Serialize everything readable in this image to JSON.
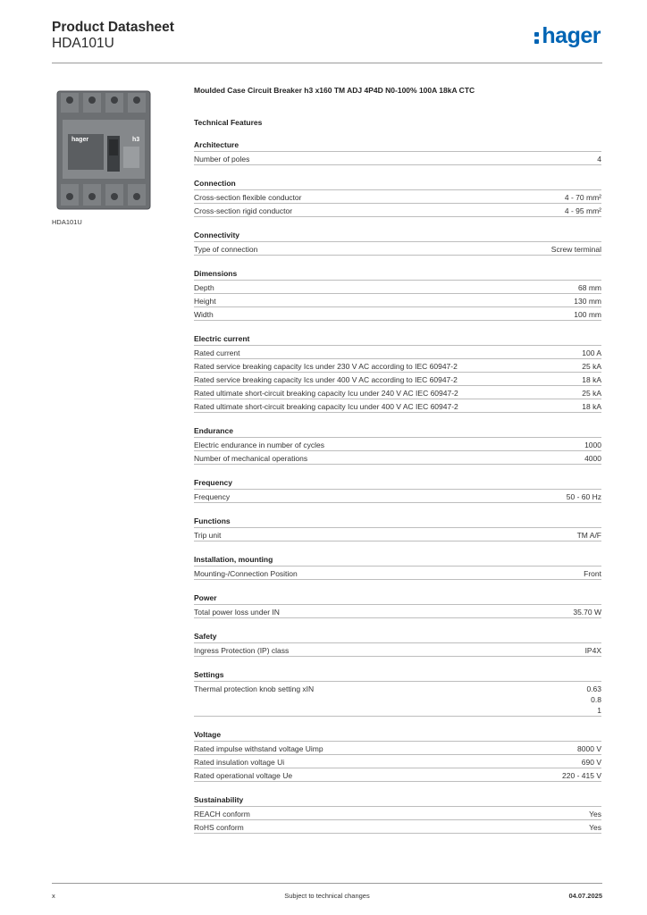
{
  "header": {
    "title": "Product Datasheet",
    "subtitle": "HDA101U",
    "logo_text": "hager",
    "brand_color": "#0064b4"
  },
  "image": {
    "caption": "HDA101U",
    "label_brand": "hager",
    "label_model": "h3"
  },
  "product_name": "Moulded Case Circuit Breaker h3 x160 TM ADJ 4P4D N0-100% 100A 18kA CTC",
  "tech_title": "Technical Features",
  "sections": [
    {
      "title": "Architecture",
      "rows": [
        {
          "label": "Number of poles",
          "value": "4"
        }
      ]
    },
    {
      "title": "Connection",
      "rows": [
        {
          "label": "Cross-section flexible conductor",
          "value": "4 - 70 mm²"
        },
        {
          "label": "Cross-section rigid conductor",
          "value": "4 - 95 mm²"
        }
      ]
    },
    {
      "title": "Connectivity",
      "rows": [
        {
          "label": "Type of connection",
          "value": "Screw terminal"
        }
      ]
    },
    {
      "title": "Dimensions",
      "rows": [
        {
          "label": "Depth",
          "value": "68 mm"
        },
        {
          "label": "Height",
          "value": "130 mm"
        },
        {
          "label": "Width",
          "value": "100 mm"
        }
      ]
    },
    {
      "title": "Electric current",
      "rows": [
        {
          "label": "Rated current",
          "value": "100 A"
        },
        {
          "label": "Rated service breaking capacity Ics under 230 V AC according to IEC 60947-2",
          "value": "25 kA"
        },
        {
          "label": "Rated service breaking capacity Ics under 400 V AC according to IEC 60947-2",
          "value": "18 kA"
        },
        {
          "label": "Rated ultimate short-circuit breaking capacity Icu under 240 V AC IEC 60947-2",
          "value": "25 kA"
        },
        {
          "label": "Rated ultimate short-circuit breaking capacity Icu under 400 V AC IEC 60947-2",
          "value": "18 kA"
        }
      ]
    },
    {
      "title": "Endurance",
      "rows": [
        {
          "label": "Electric endurance in number of cycles",
          "value": "1000"
        },
        {
          "label": "Number of mechanical operations",
          "value": "4000"
        }
      ]
    },
    {
      "title": "Frequency",
      "rows": [
        {
          "label": "Frequency",
          "value": "50 - 60 Hz"
        }
      ]
    },
    {
      "title": "Functions",
      "rows": [
        {
          "label": "Trip unit",
          "value": "TM A/F"
        }
      ]
    },
    {
      "title": "Installation, mounting",
      "rows": [
        {
          "label": "Mounting-/Connection Position",
          "value": "Front"
        }
      ]
    },
    {
      "title": "Power",
      "rows": [
        {
          "label": "Total power loss under IN",
          "value": "35.70 W"
        }
      ]
    },
    {
      "title": "Safety",
      "rows": [
        {
          "label": "Ingress Protection (IP) class",
          "value": "IP4X"
        }
      ]
    },
    {
      "title": "Settings",
      "rows": [
        {
          "label": "Thermal protection knob setting xIN",
          "value": "0.63\n0.8\n1"
        }
      ]
    },
    {
      "title": "Voltage",
      "rows": [
        {
          "label": "Rated impulse withstand voltage Uimp",
          "value": "8000 V"
        },
        {
          "label": "Rated insulation voltage Ui",
          "value": "690 V"
        },
        {
          "label": "Rated operational voltage Ue",
          "value": "220 - 415 V"
        }
      ]
    },
    {
      "title": "Sustainability",
      "rows": [
        {
          "label": "REACH conform",
          "value": "Yes"
        },
        {
          "label": "RoHS conform",
          "value": "Yes"
        }
      ]
    }
  ],
  "footer": {
    "left": "x",
    "center": "Subject to technical changes",
    "right": "04.07.2025"
  }
}
